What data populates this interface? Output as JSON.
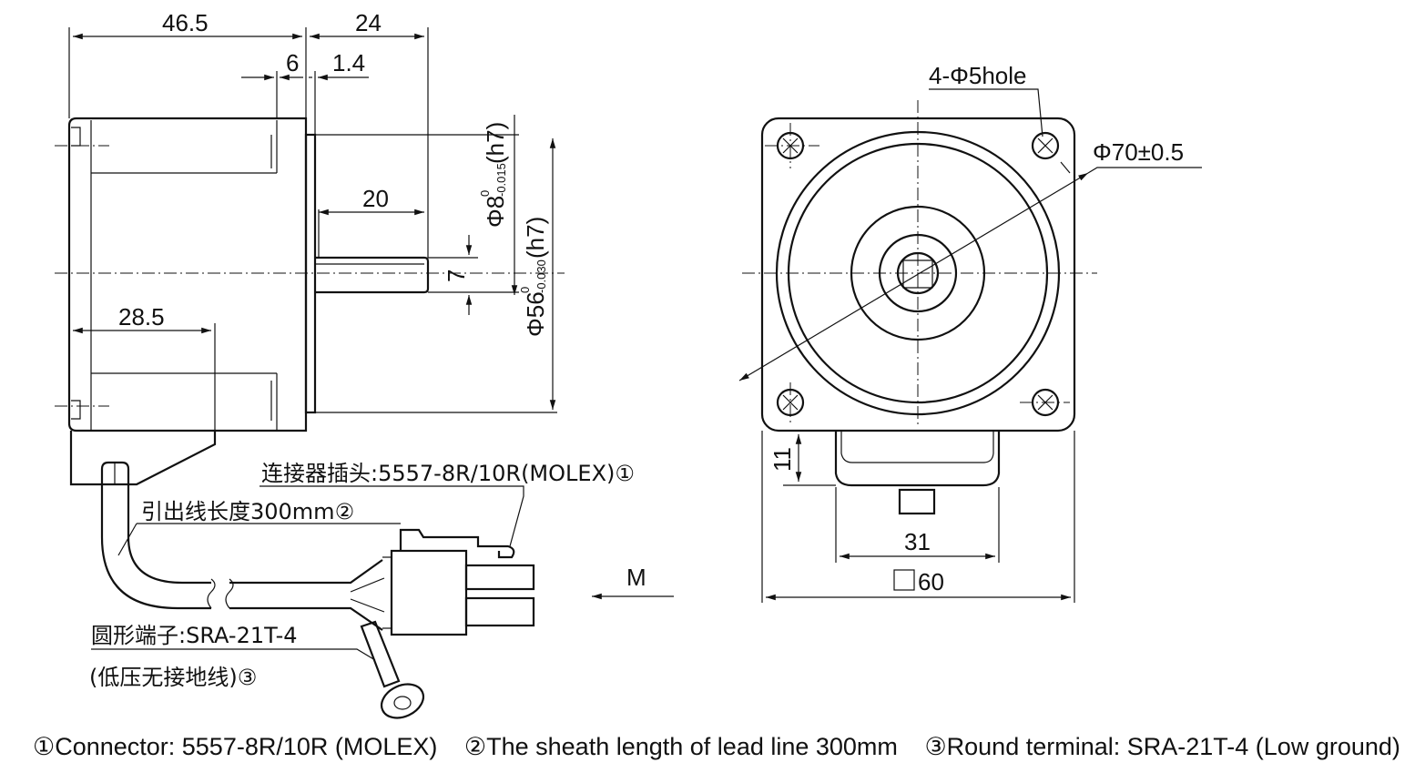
{
  "side_view": {
    "dim_total_body": "46.5",
    "dim_front": "24",
    "dim_flange": "6",
    "dim_pilot": "1.4",
    "dim_shaft_len": "20",
    "dim_flat": "7",
    "dim_connector_pos": "28.5",
    "dim_shaft_dia": "Φ8",
    "dim_shaft_tol_upper": "0",
    "dim_shaft_tol_lower": "-0.015",
    "dim_shaft_fit": "(h7)",
    "dim_pilot_dia": "Φ56",
    "dim_pilot_tol_upper": "0",
    "dim_pilot_tol_lower": "-0.030",
    "dim_pilot_fit": "(h7)"
  },
  "front_view": {
    "holes_label": "4-Φ5hole",
    "pcd_label": "Φ70±0.5",
    "dim_box_height": "11",
    "dim_box_width": "31",
    "dim_square": "60",
    "square_symbol": "□"
  },
  "callouts": {
    "connector_cn": "连接器插头:5557-8R/10R(MOLEX)①",
    "lead_cn": "引出线长度300mm②",
    "terminal_cn_1": "圆形端子:SRA-21T-4",
    "terminal_cn_2": "(低压无接地线)③",
    "view_arrow": "M"
  },
  "caption": {
    "item1": "①Connector: 5557-8R/10R (MOLEX)",
    "item2": "②The sheath length of lead line 300mm",
    "item3": "③Round terminal: SRA-21T-4 (Low ground)"
  },
  "colors": {
    "line": "#111111",
    "background": "#ffffff"
  }
}
